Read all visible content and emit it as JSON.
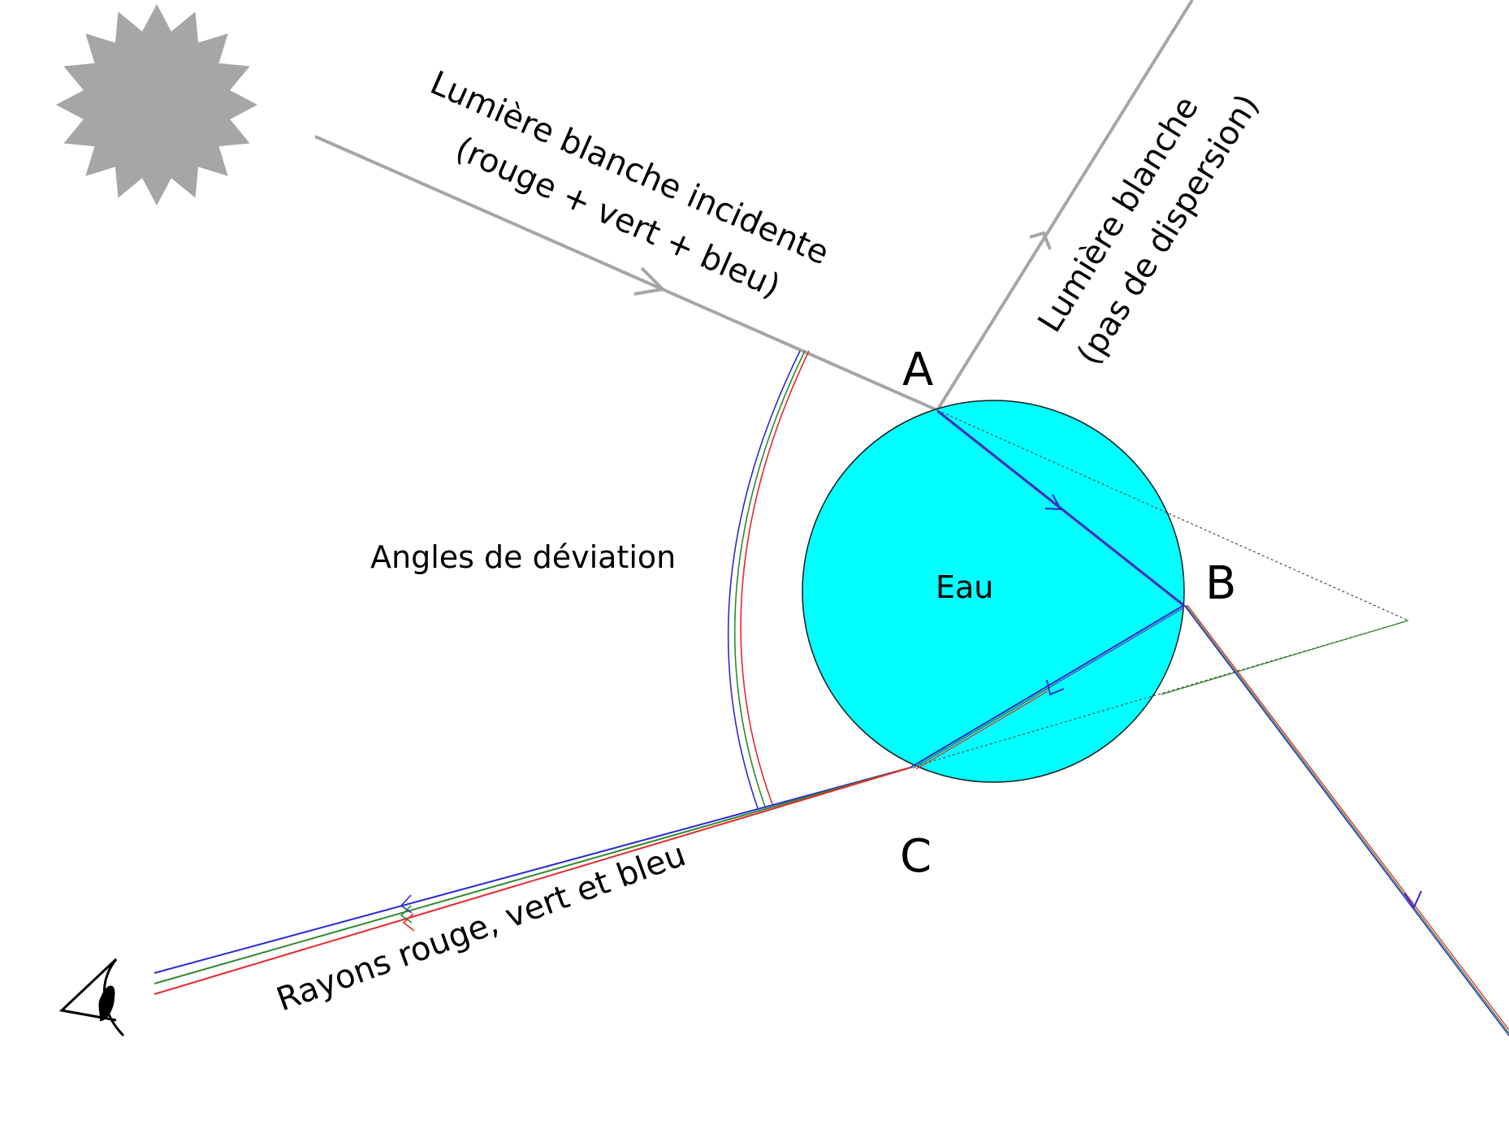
{
  "labels": {
    "incident_line1": "Lumière blanche incidente",
    "incident_line2": "(rouge + vert + bleu)",
    "reflected_line1": "Lumière blanche",
    "reflected_line2": "(pas de dispersion)",
    "angles": "Angles de déviation",
    "water": "Eau",
    "point_a": "A",
    "point_b": "B",
    "point_c": "C",
    "rays": "Rayons rouge, vert et bleu"
  },
  "colors": {
    "sun": "#a6a6a6",
    "white_light": "#a6a6a6",
    "water": "#00ffff",
    "red": "#e8282b",
    "green": "#2d8a2d",
    "blue": "#2b2bd0",
    "violet": "#6a3aa8",
    "construction": "#555555"
  },
  "icons": {
    "sun": "sun-icon",
    "eye": "eye-icon"
  }
}
